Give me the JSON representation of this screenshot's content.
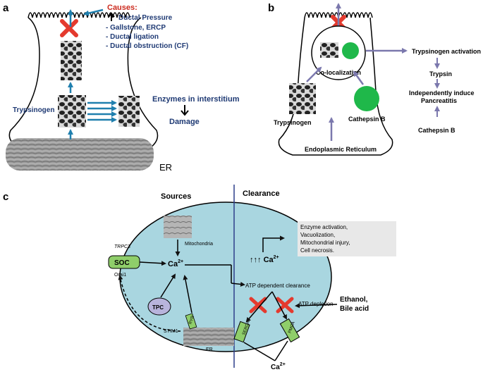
{
  "panel_a": {
    "letter": "a",
    "causes_title": "Causes:",
    "causes_items": [
      "Ductal Pressure",
      "- Gallstone, ERCP",
      "- Ductal ligation",
      "- Ductal obstruction (CF)"
    ],
    "trypsinogen_label": "Trypsinogen",
    "enzymes_label": "Enzymes in interstitium",
    "damage_label": "Damage",
    "er_label": "ER"
  },
  "panel_b": {
    "letter": "b",
    "colocalization_label": "Co-localization",
    "trypsinogen_label": "Trypsinogen",
    "cathepsin_label": "Cathepsin B",
    "er_label": "Endoplasmic  Reticulum",
    "flow": [
      "Trypsinogen activation",
      "Trypsin",
      "Independently induce",
      "Pancreatitis",
      "Cathepsin B"
    ]
  },
  "panel_c": {
    "letter": "c",
    "sources_label": "Sources",
    "clearance_label": "Clearance",
    "mitochondria_label": "Mitochondria",
    "ca_outside": "Ca",
    "ca_center": "Ca",
    "ca_elevated": "Ca",
    "ca_exit": "Ca",
    "superscript": "2+",
    "trpc3_label": "TRPC3",
    "soc_label": "SOC",
    "orai1_label": "Orai1",
    "tpc_label": "TPC",
    "stim1_label": "STIM1",
    "er_label": "ER",
    "ryr_label": "RYR",
    "serca_label": "SERCA",
    "pmca_label": "PMCA",
    "atp_clearance": "ATP dependent clearance",
    "atp_depletion": "ATP depletion",
    "effects": [
      "Enzyme activation,",
      "Vacuolization,",
      "Mitochondrial injury,",
      "Cell necrosis."
    ],
    "ethanol_lines": [
      "Ethanol,",
      "Bile acid"
    ]
  },
  "colors": {
    "blue_arrow": "#1f7fae",
    "causes_red": "#cc2a1e",
    "navy_text": "#1f3a74",
    "purple_arrow": "#7b78ad",
    "green": "#1fb84a",
    "cell_fill": "#a9d6e0",
    "cross_red": "#e43a2e",
    "channel_green": "#8fce6a",
    "tpc_fill": "#b8b4dc"
  }
}
